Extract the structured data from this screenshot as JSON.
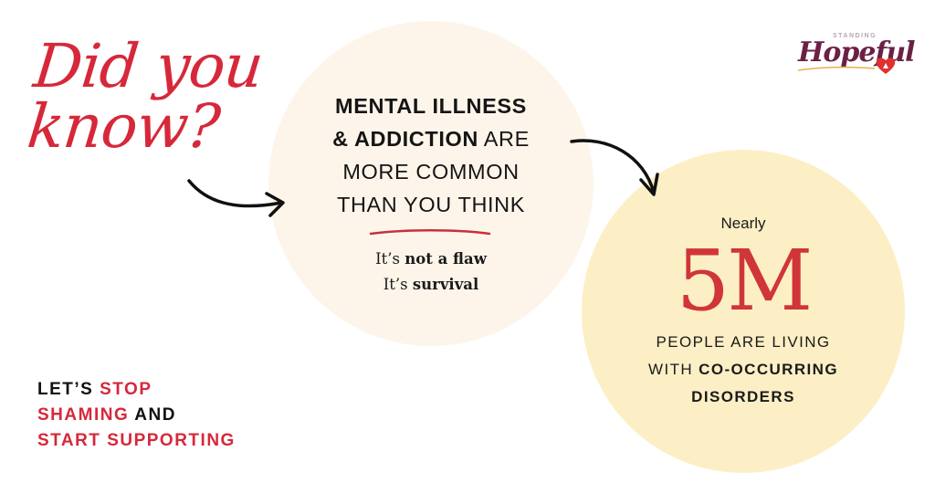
{
  "headline": {
    "line1": "Did you",
    "line2": "know?",
    "color": "#d6283a"
  },
  "logo": {
    "small": "STANDING",
    "name": "Hopeful",
    "heart_color": "#e0312f"
  },
  "circle_1": {
    "background": "#fdf5ea",
    "lines": [
      {
        "bold": "MENTAL ILLNESS",
        "regular": ""
      },
      {
        "bold": "& ADDICTION",
        "regular": " ARE"
      },
      {
        "bold": "",
        "regular": "MORE COMMON"
      },
      {
        "bold": "",
        "regular": "THAN YOU THINK"
      }
    ],
    "sub": [
      {
        "regular": "It’s ",
        "bold": "not a flaw"
      },
      {
        "regular": "It’s ",
        "bold": "survival"
      }
    ],
    "underline_color": "#c8303c"
  },
  "circle_2": {
    "background": "#fdefc5",
    "prefix": "Nearly",
    "stat": "5M",
    "stat_color": "#d0353a",
    "lines": [
      {
        "regular": "PEOPLE ARE LIVING",
        "bold": ""
      },
      {
        "regular": "WITH ",
        "bold": "CO-OCCURRING"
      },
      {
        "regular": "",
        "bold": "DISORDERS"
      }
    ]
  },
  "cta": {
    "line1": {
      "dark": "LET’S ",
      "red": "STOP"
    },
    "line2": {
      "red": "SHAMING",
      "dark": " AND"
    },
    "line3": {
      "red": "START SUPPORTING"
    }
  },
  "icons": {
    "arrow_1": "curved-arrow-right",
    "arrow_2": "curved-arrow-down"
  }
}
